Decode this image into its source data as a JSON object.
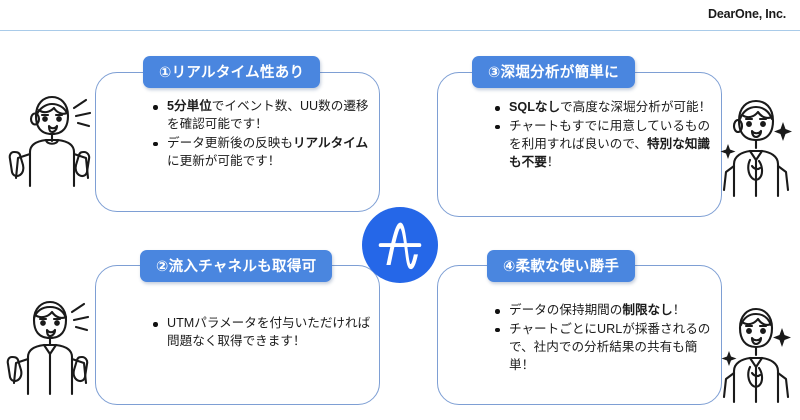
{
  "header": {
    "brand": "DearOne, Inc."
  },
  "logo": {
    "name": "amplitude-logo",
    "color": "#2567e8"
  },
  "colors": {
    "badge_blue": "#4a86df",
    "panel_border": "#7e9fd4",
    "header_rule": "#a9cbe9",
    "text": "#1b1b1b"
  },
  "panels": [
    {
      "id": "panel-1",
      "badge": "①リアルタイム性あり",
      "bullets": [
        [
          {
            "text": "5分単位",
            "bold": true
          },
          {
            "text": "でイベント数、UU数の遷移を確認可能です！",
            "bold": false
          }
        ],
        [
          {
            "text": "データ更新後の反映も",
            "bold": false
          },
          {
            "text": "リアルタイム",
            "bold": true
          },
          {
            "text": "に更新が可能です！",
            "bold": false
          }
        ]
      ]
    },
    {
      "id": "panel-3",
      "badge": "③深堀分析が簡単に",
      "bullets": [
        [
          {
            "text": "SQLなし",
            "bold": true
          },
          {
            "text": "で高度な深堀分析が可能！",
            "bold": false
          }
        ],
        [
          {
            "text": "チャートもすでに用意しているものを利用すれば良いので、",
            "bold": false
          },
          {
            "text": "特別な知識も不要",
            "bold": true
          },
          {
            "text": "！",
            "bold": false
          }
        ]
      ]
    },
    {
      "id": "panel-2",
      "badge": "②流入チャネルも取得可",
      "bullets": [
        [
          {
            "text": "UTMパラメータを付与いただければ問題なく取得できます！",
            "bold": false
          }
        ]
      ]
    },
    {
      "id": "panel-4",
      "badge": "④柔軟な使い勝手",
      "bullets": [
        [
          {
            "text": "データの保持期間の",
            "bold": false
          },
          {
            "text": "制限なし",
            "bold": true
          },
          {
            "text": "！",
            "bold": false
          }
        ],
        [
          {
            "text": "チャートごとにURLが採番されるので、社内での分析結果の共有も簡単！",
            "bold": false
          }
        ]
      ]
    }
  ],
  "illustrations": [
    {
      "name": "woman-cheering-illustration"
    },
    {
      "name": "woman-delighted-illustration"
    },
    {
      "name": "man-cheering-illustration"
    },
    {
      "name": "man-delighted-illustration"
    }
  ]
}
